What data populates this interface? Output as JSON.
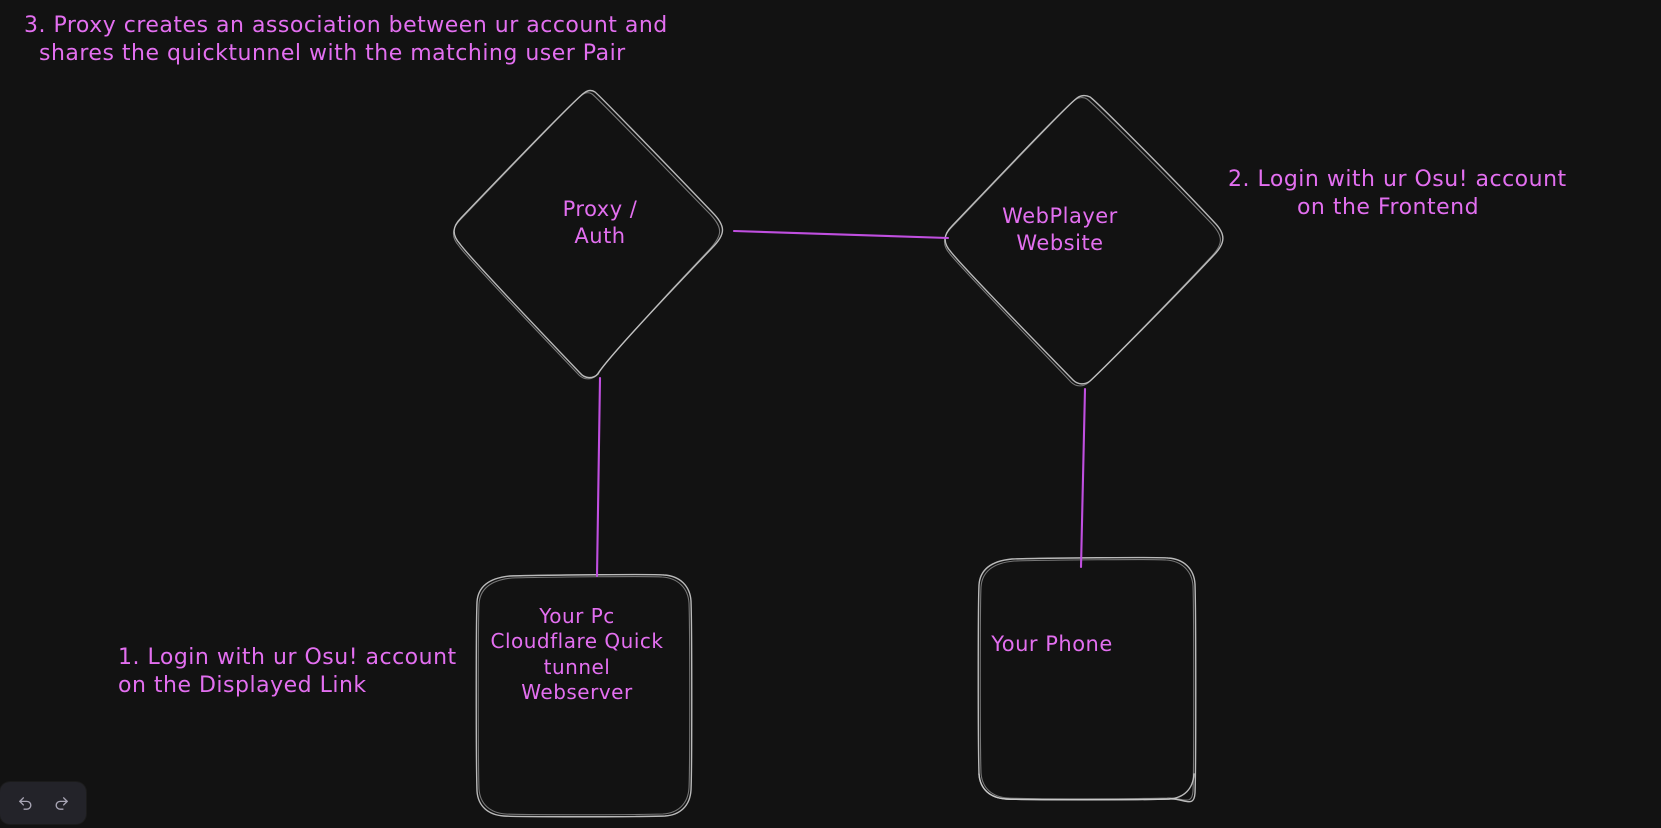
{
  "app": {
    "background_color": "#121212",
    "stroke_color": "#c9c9c9",
    "accent_color": "#c04fe0",
    "text_color": "#e36ff0"
  },
  "notes": [
    {
      "id": "note-1",
      "number": "1.",
      "text": "1. Login with ur Osu! account\non the Displayed Link"
    },
    {
      "id": "note-2",
      "number": "2.",
      "text": "2. Login with ur Osu! account\non the Frontend"
    },
    {
      "id": "note-3",
      "number": "3.",
      "text": "3. Proxy creates an association between ur account and\n  shares the quicktunnel with the matching user Pair"
    }
  ],
  "nodes": [
    {
      "id": "proxy-auth",
      "shape": "diamond",
      "label": "Proxy /\nAuth"
    },
    {
      "id": "webplayer-website",
      "shape": "diamond",
      "label": "WebPlayer\nWebsite"
    },
    {
      "id": "your-pc",
      "shape": "rounded-rectangle",
      "label": "Your Pc\nCloudflare Quick\ntunnel\nWebserver"
    },
    {
      "id": "your-phone",
      "shape": "rounded-rectangle",
      "label": "Your Phone"
    }
  ],
  "connectors": [
    {
      "id": "proxy-to-webplayer",
      "from": "proxy-auth",
      "to": "webplayer-website",
      "color": "#c04fe0"
    },
    {
      "id": "proxy-to-yourpc",
      "from": "proxy-auth",
      "to": "your-pc",
      "color": "#c04fe0"
    },
    {
      "id": "webplayer-to-yourphone",
      "from": "webplayer-website",
      "to": "your-phone",
      "color": "#c04fe0"
    }
  ],
  "toolbar": {
    "undo_label": "Undo",
    "redo_label": "Redo",
    "undo_icon": "undo-arrow-icon",
    "redo_icon": "redo-arrow-icon"
  }
}
